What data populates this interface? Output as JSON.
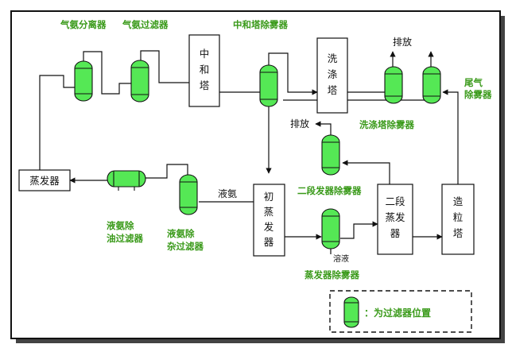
{
  "colors": {
    "vessel_fill": "#55e855",
    "label_green": "#3a9a1a",
    "line": "#111111",
    "frame_shadow": "#222222"
  },
  "labels": {
    "ammonia_separator": "气氨分离器",
    "ammonia_gas_filter": "气氨过滤器",
    "neutralizer_demister": "中和塔除雾器",
    "vent_top": "排放",
    "tail_gas_demister": "尾气\n除雾器",
    "scrubber_demister": "洗涤塔除雾器",
    "vent_mid": "排放",
    "liquid_ammonia": "液氨",
    "stage2_evap_demister": "二段发器除雾器",
    "liq_oil_filter": "液氨除\n油过滤器",
    "liq_impurity_filter": "液氨除\n杂过滤器",
    "solution": "溶液",
    "evap_demister": "蒸发器除雾器"
  },
  "boxes": {
    "neutralizer": "中\n和\n塔",
    "scrubber": "洗\n涤\n塔",
    "evaporator": "蒸发器",
    "primary_evaporator": "初\n蒸\n发\n器",
    "stage2_evaporator": "二段\n蒸发\n器",
    "prilling_tower": "造\n粒\n塔"
  },
  "legend": {
    "text": "：为过滤器位置"
  }
}
